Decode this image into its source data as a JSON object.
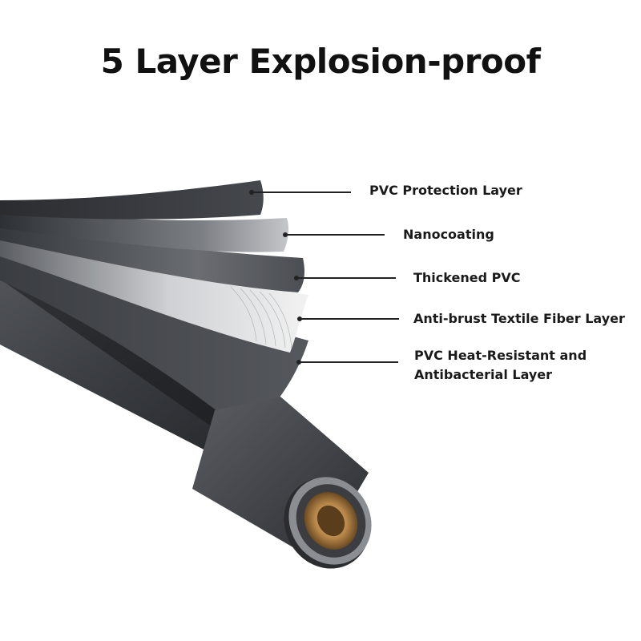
{
  "title": "5 Layer Explosion-proof",
  "layers": [
    {
      "label": "PVC Protection Layer"
    },
    {
      "label": "Nanocoating"
    },
    {
      "label": "Thickened PVC"
    },
    {
      "label": "Anti-brust Textile Fiber Layer"
    },
    {
      "label_line1": "PVC Heat-Resistant and",
      "label_line2": "Antibacterial Layer"
    }
  ],
  "colors": {
    "background": "#ffffff",
    "hose": "#3a3d42",
    "layer_dark": "#2f3236",
    "layer_light": "#c9cbcf",
    "fitting_brass": "#b8874a",
    "text": "#111111"
  }
}
